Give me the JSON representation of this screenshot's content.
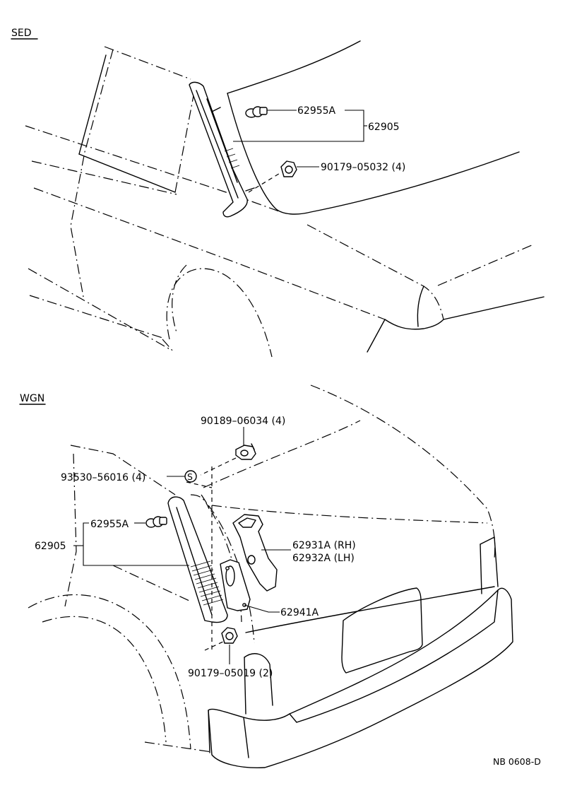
{
  "sections": {
    "sedan": {
      "label": "SED"
    },
    "wagon": {
      "label": "WGN"
    }
  },
  "callouts": {
    "sed_clip": "62955A",
    "sed_assembly": "62905",
    "sed_nut": "90179–05032 (4)",
    "wgn_screw": "90189–06034 (4)",
    "wgn_washer": "93530–56016 (4)",
    "wgn_clip": "62955A",
    "wgn_assembly": "62905",
    "wgn_bracket_rh": "62931A (RH)",
    "wgn_bracket_lh": "62932A (LH)",
    "wgn_gasket": "62941A",
    "wgn_nut": "90179–05019 (2)",
    "washer_mark": "S"
  },
  "figure_id": "NB 0608-D"
}
